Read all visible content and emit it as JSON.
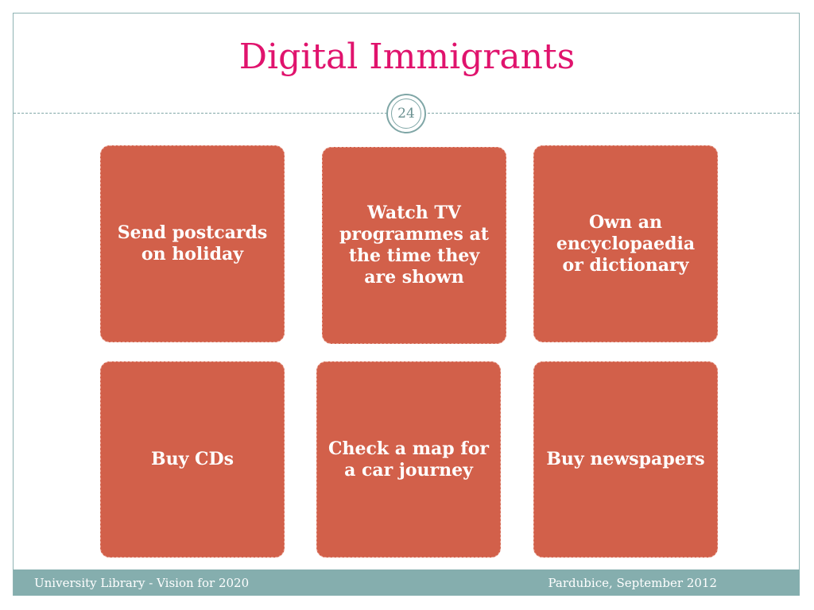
{
  "slide": {
    "title": "Digital Immigrants",
    "page_number": "24",
    "cards": [
      {
        "label": "Send postcards on holiday"
      },
      {
        "label": "Watch TV programmes at the time they are shown"
      },
      {
        "label": "Own an encyclopaedia or dictionary"
      },
      {
        "label": "Buy CDs"
      },
      {
        "label": "Check a map for a car journey"
      },
      {
        "label": "Buy newspapers"
      }
    ],
    "footer": {
      "left": "University Library - Vision for 2020",
      "right": "Pardubice, September 2012"
    },
    "colors": {
      "title": "#e0136d",
      "card": "#d2604a",
      "footer": "#85aeae",
      "accent": "#7fa6a6"
    }
  }
}
